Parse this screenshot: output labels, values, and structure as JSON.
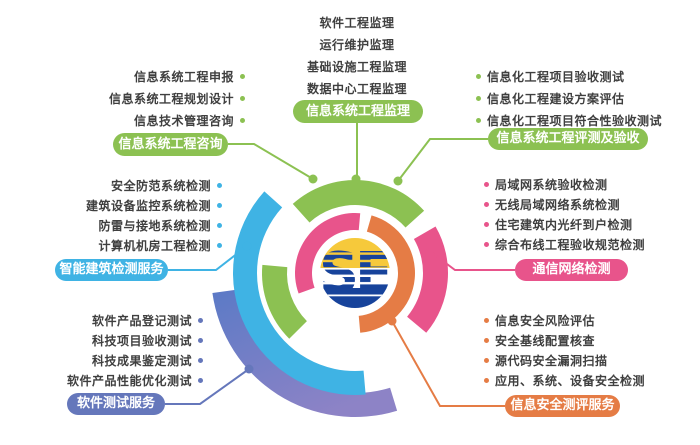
{
  "palette": {
    "green": "#8cc152",
    "sky_blue": "#3fb3e4",
    "indigo": "#6577bb",
    "purple": "#8d83c6",
    "pink": "#e8548b",
    "orange": "#e57c45",
    "logo_yellow": "#f6c93b",
    "logo_navy": "#17439b",
    "text": "#3f3f3f",
    "background": "#ffffff"
  },
  "logo": {
    "text": "SE"
  },
  "sections": [
    {
      "key": "consulting",
      "label": "信息系统工程咨询",
      "color": "#8cc152",
      "items": [
        "信息系统工程申报",
        "信息系统工程规划设计",
        "信息技术管理咨询"
      ]
    },
    {
      "key": "supervision",
      "label": "信息系统工程监理",
      "color": "#8cc152",
      "items": [
        "软件工程监理",
        "运行维护监理",
        "基础设施工程监理",
        "数据中心工程监理"
      ]
    },
    {
      "key": "evaluation",
      "label": "信息系统工程评测及验收",
      "color": "#8cc152",
      "items": [
        "信息化工程项目验收测试",
        "信息化工程建设方案评估",
        "信息化工程项目符合性验收测试"
      ]
    },
    {
      "key": "smart-building",
      "label": "智能建筑检测服务",
      "color": "#3fb3e4",
      "items": [
        "安全防范系统检测",
        "建筑设备监控系统检测",
        "防雷与接地系统检测",
        "计算机机房工程检测"
      ]
    },
    {
      "key": "software-testing",
      "label": "软件测试服务",
      "color": "#6577bb",
      "items": [
        "软件产品登记测试",
        "科技项目验收测试",
        "科技成果鉴定测试",
        "软件产品性能优化测试"
      ]
    },
    {
      "key": "comm-network",
      "label": "通信网络检测",
      "color": "#e8548b",
      "items": [
        "局域网系统验收检测",
        "无线局域网络系统检测",
        "住宅建筑内光纤到户检测",
        "综合布线工程验收规范检测"
      ]
    },
    {
      "key": "info-security",
      "label": "信息安全测评服务",
      "color": "#e57c45",
      "items": [
        "信息安全风险评估",
        "安全基线配置核查",
        "源代码安全漏洞扫描",
        "应用、系统、设备安全检测"
      ]
    }
  ]
}
